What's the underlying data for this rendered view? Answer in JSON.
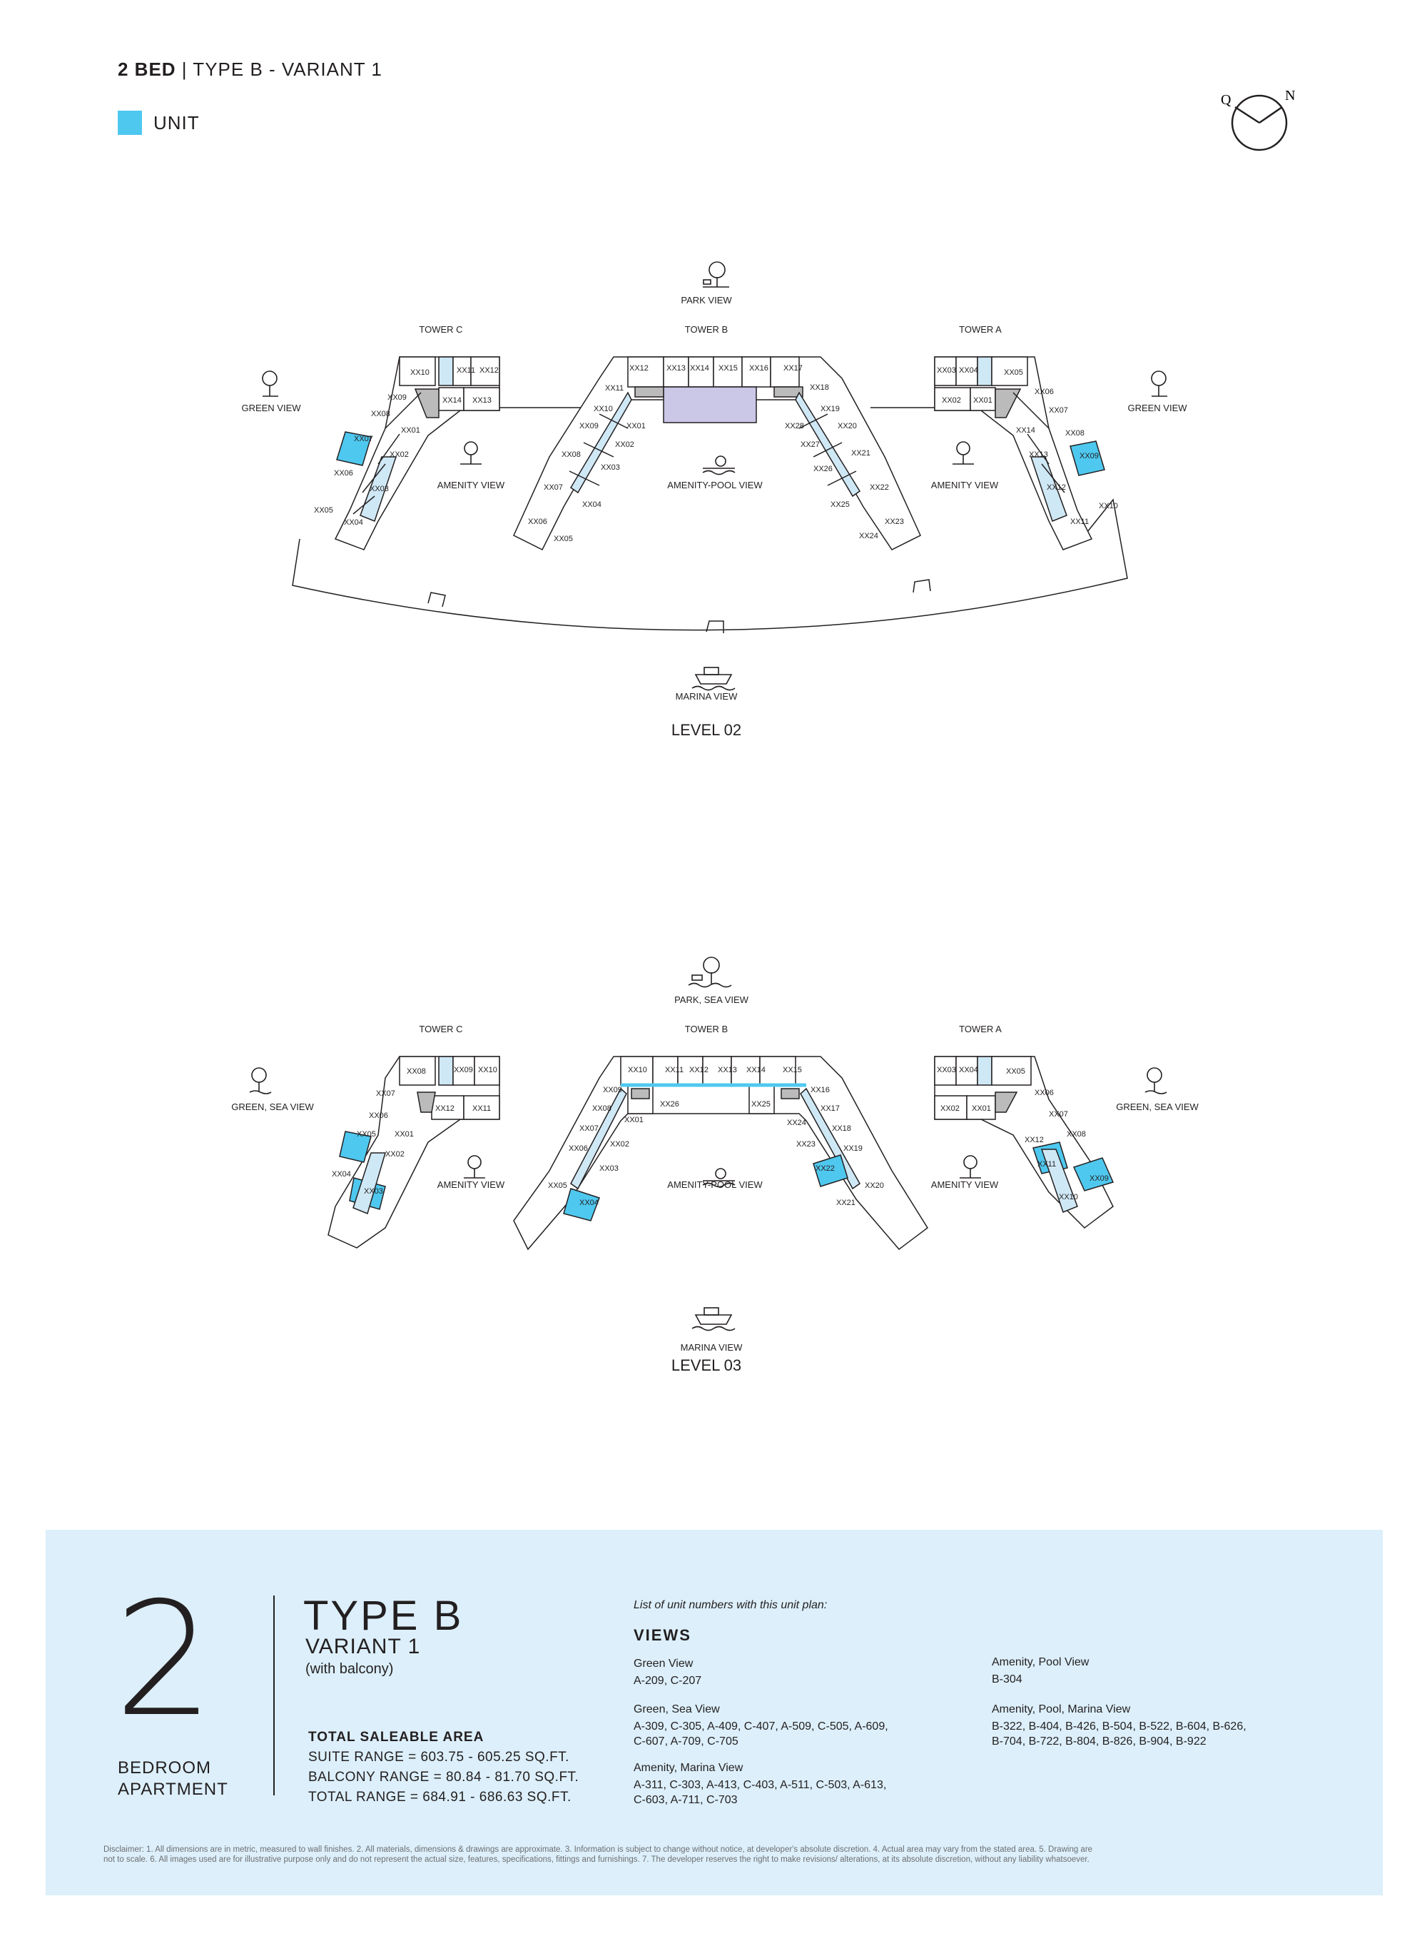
{
  "header": {
    "title_bold": "2 BED",
    "title_rest": " | TYPE B - VARIANT 1",
    "legend_label": "UNIT",
    "compass_q": "Q",
    "compass_n": "N"
  },
  "colors": {
    "unit": "#4fc8ef",
    "panel": "#dceffa",
    "corridor": "#cfe8f5",
    "core": "#cbc7e6"
  },
  "level02": {
    "label": "LEVEL 02",
    "park_view": "PARK VIEW",
    "marina_view": "MARINA VIEW",
    "green_view_left": "GREEN VIEW",
    "green_view_right": "GREEN VIEW",
    "amenity_view_left": "AMENITY VIEW",
    "amenity_pool_view": "AMENITY-POOL VIEW",
    "amenity_view_right": "AMENITY VIEW",
    "tower_c": "TOWER C",
    "tower_b": "TOWER B",
    "tower_a": "TOWER A",
    "units": [
      "XX01",
      "XX02",
      "XX03",
      "XX04",
      "XX05",
      "XX06",
      "XX07",
      "XX08",
      "XX09",
      "XX10",
      "XX11",
      "XX12",
      "XX13",
      "XX14",
      "XX15",
      "XX16",
      "XX17",
      "XX18",
      "XX19",
      "XX20",
      "XX21",
      "XX22",
      "XX23",
      "XX24",
      "XX25",
      "XX26",
      "XX27",
      "XX28"
    ]
  },
  "level03": {
    "label": "LEVEL 03",
    "park_sea_view": "PARK, SEA VIEW",
    "marina_view": "MARINA VIEW",
    "green_sea_view_left": "GREEN, SEA VIEW",
    "green_sea_view_right": "GREEN, SEA VIEW",
    "amenity_view_left": "AMENITY VIEW",
    "amenity_pool_view": "AMENITY-POOL VIEW",
    "amenity_view_right": "AMENITY VIEW",
    "tower_c": "TOWER C",
    "tower_b": "TOWER B",
    "tower_a": "TOWER A"
  },
  "info": {
    "number": "2",
    "bedroom": "BEDROOM",
    "apartment": "APARTMENT",
    "type": "TYPE B",
    "variant": "VARIANT 1",
    "balcony": "(with balcony)",
    "total_saleable_area": "TOTAL SALEABLE AREA",
    "suite_range": "SUITE RANGE = 603.75 - 605.25 SQ.FT.",
    "balcony_range": "BALCONY RANGE = 80.84 - 81.70 SQ.FT.",
    "total_range": "TOTAL RANGE = 684.91 - 686.63 SQ.FT.",
    "list_header": "List of unit numbers with this unit plan:",
    "views_header": "VIEWS",
    "views": [
      {
        "title": "Green View",
        "units": "A-209, C-207"
      },
      {
        "title": "Green, Sea View",
        "units_1": "A-309, C-305, A-409, C-407, A-509, C-505, A-609,",
        "units_2": "C-607, A-709, C-705"
      },
      {
        "title": "Amenity, Marina View",
        "units_1": "A-311, C-303, A-413, C-403, A-511, C-503, A-613,",
        "units_2": "C-603, A-711, C-703"
      },
      {
        "title": "Amenity, Pool View",
        "units": "B-304"
      },
      {
        "title": "Amenity, Pool, Marina View",
        "units_1": "B-322, B-404, B-426, B-504, B-522, B-604, B-626,",
        "units_2": "B-704, B-722, B-804, B-826, B-904, B-922"
      }
    ],
    "disclaimer_1": "Disclaimer: 1. All dimensions are in metric, measured to wall finishes. 2. All materials, dimensions & drawings are approximate. 3. Information is subject to change without notice, at developer's absolute discretion. 4. Actual area may vary from the stated area. 5. Drawing are",
    "disclaimer_2": "not to scale. 6. All images used are for illustrative purpose only and do not represent the actual size, features, specifications, fittings and furnishings. 7. The developer reserves the right to make revisions/ alterations, at its absolute discretion, without any liability whatsoever."
  }
}
